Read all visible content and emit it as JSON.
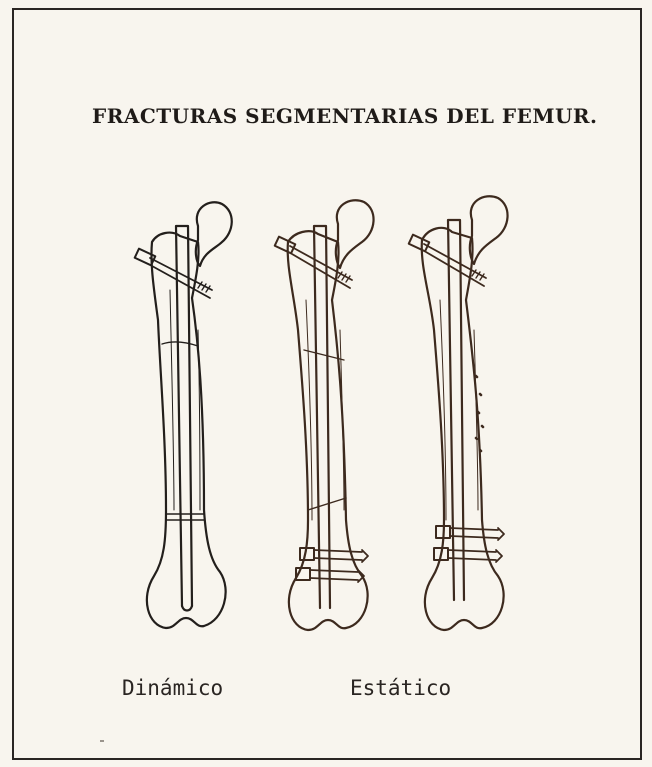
{
  "title": "FRACTURAS SEGMENTARIAS DEL FEMUR.",
  "labels": {
    "dynamic": "Dinámico",
    "static": "Estático"
  },
  "colors": {
    "paper": "#f8f5ee",
    "ink": "#2a2623",
    "ink_brown": "#4a3020"
  }
}
